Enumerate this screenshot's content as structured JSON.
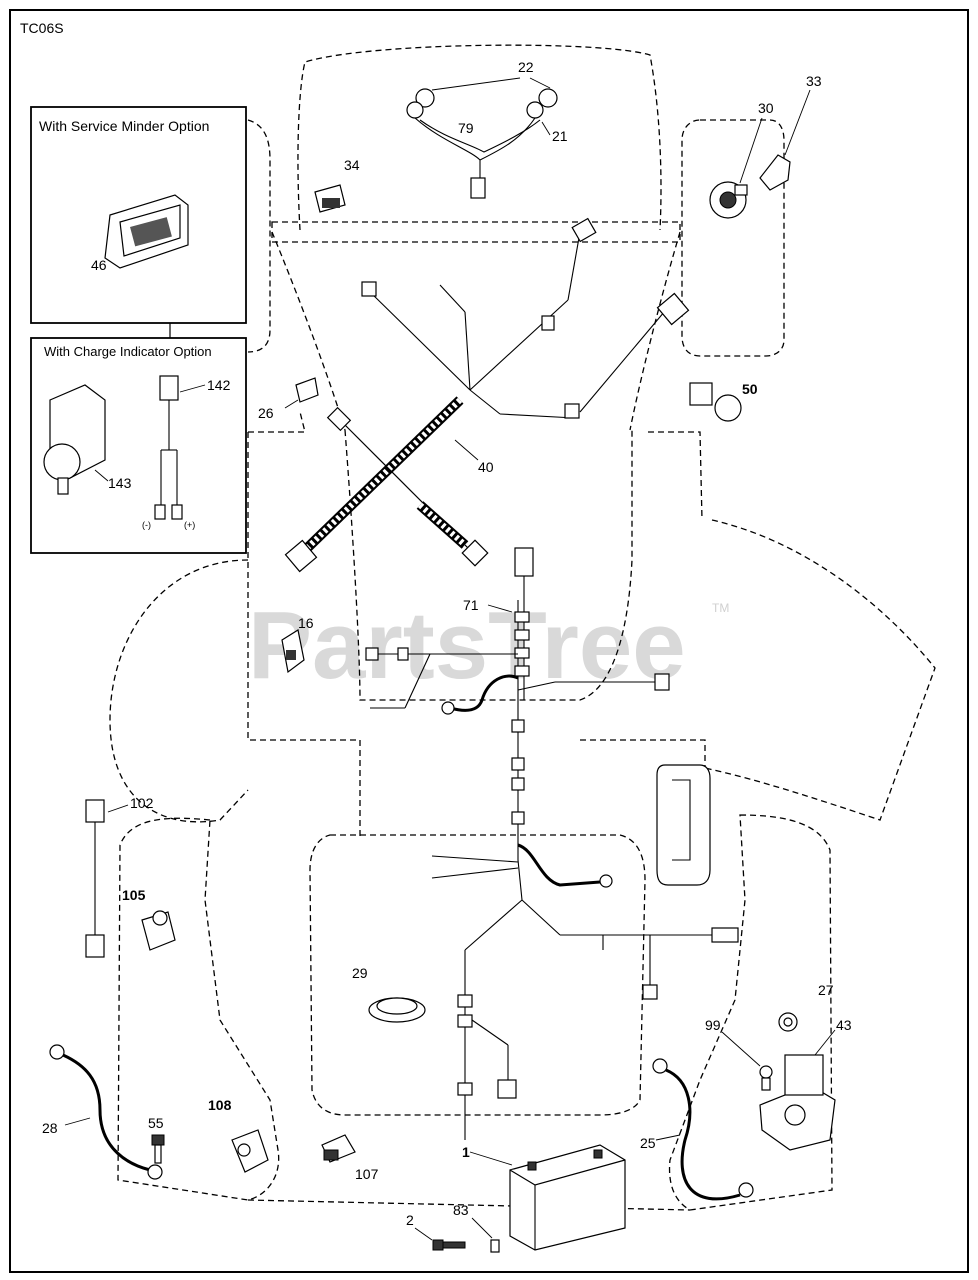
{
  "diagram": {
    "code": "TC06S",
    "watermark": "PartsTree",
    "watermark_tm": "TM",
    "options": {
      "service_minder": "With Service Minder Option",
      "charge_indicator": "With Charge Indicator Option"
    },
    "polarity": {
      "neg": "(-)",
      "pos": "(+)"
    },
    "labels": {
      "p1": "1",
      "p2": "2",
      "p16": "16",
      "p21": "21",
      "p22": "22",
      "p25": "25",
      "p26": "26",
      "p27": "27",
      "p28": "28",
      "p29": "29",
      "p30": "30",
      "p33": "33",
      "p34": "34",
      "p40": "40",
      "p43": "43",
      "p46": "46",
      "p50": "50",
      "p55": "55",
      "p71": "71",
      "p79": "79",
      "p83": "83",
      "p99": "99",
      "p102": "102",
      "p105": "105",
      "p107": "107",
      "p108": "108",
      "p142": "142",
      "p143": "143"
    }
  }
}
